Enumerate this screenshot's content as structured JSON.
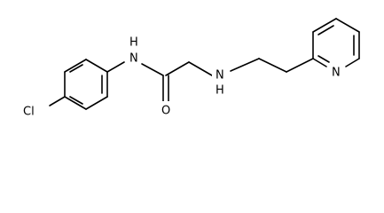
{
  "molecule": {
    "labels": {
      "chlorine": "Cl",
      "amide_nitrogen": "N",
      "amide_hydrogen": "H",
      "carbonyl_oxygen": "O",
      "amine_nitrogen": "N",
      "amine_hydrogen": "H",
      "pyridine_nitrogen": "N"
    }
  }
}
